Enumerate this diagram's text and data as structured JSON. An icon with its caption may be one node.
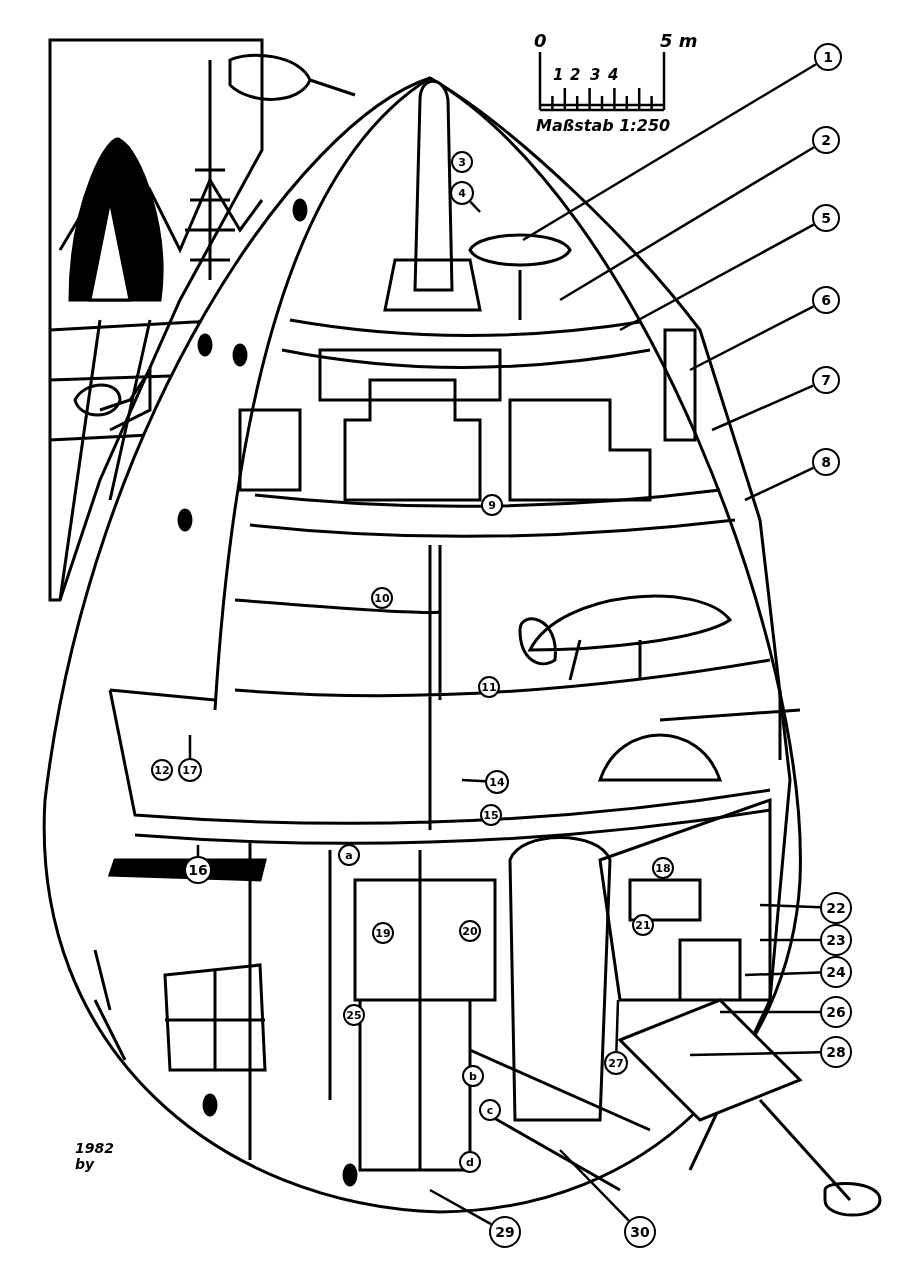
{
  "diagram": {
    "nodes": [
      {
        "text": [
          "1"
        ]
      },
      {
        "text": [
          "2"
        ]
      },
      {
        "text": [
          "4"
        ]
      },
      {
        "text": [
          "5"
        ]
      },
      {
        "text": [
          "6"
        ]
      },
      {
        "text": [
          "7"
        ]
      },
      {
        "text": [
          "8"
        ]
      },
      {
        "text": [
          "17"
        ]
      },
      {
        "text": [
          "14"
        ]
      },
      {
        "text": [
          "16"
        ]
      },
      {
        "text": [
          "22"
        ]
      },
      {
        "text": [
          "23"
        ]
      },
      {
        "text": [
          "24"
        ]
      },
      {
        "text": [
          "26"
        ]
      },
      {
        "text": [
          "28"
        ]
      },
      {
        "text": [
          "27"
        ]
      },
      {
        "text": [
          "29"
        ]
      },
      {
        "text": [
          "30"
        ]
      },
      {
        "text": [
          "3"
        ]
      },
      {
        "text": [
          "9"
        ]
      },
      {
        "text": [
          "10"
        ]
      },
      {
        "text": [
          "11"
        ]
      },
      {
        "text": [
          "12"
        ]
      },
      {
        "text": [
          "15"
        ]
      },
      {
        "text": [
          "a"
        ]
      },
      {
        "text": [
          "18"
        ]
      },
      {
        "text": [
          "19"
        ]
      },
      {
        "text": [
          "20"
        ]
      },
      {
        "text": [
          "21"
        ]
      },
      {
        "text": [
          "25"
        ]
      },
      {
        "text": [
          "b"
        ]
      },
      {
        "text": [
          "c"
        ]
      },
      {
        "text": [
          "d"
        ]
      }
    ],
    "edges": [
      {
        "from": 0,
        "to": null,
        "arrow": "none"
      },
      {
        "from": 1,
        "to": null,
        "arrow": "none"
      },
      {
        "from": 2,
        "to": null,
        "arrow": "none"
      },
      {
        "from": 3,
        "to": null,
        "arrow": "none"
      },
      {
        "from": 4,
        "to": null,
        "arrow": "none"
      },
      {
        "from": 5,
        "to": null,
        "arrow": "none"
      },
      {
        "from": 6,
        "to": null,
        "arrow": "none"
      },
      {
        "from": 7,
        "to": null,
        "arrow": "none"
      },
      {
        "from": 8,
        "to": null,
        "arrow": "none"
      },
      {
        "from": 9,
        "to": null,
        "arrow": "none"
      },
      {
        "from": 10,
        "to": null,
        "arrow": "none"
      },
      {
        "from": 11,
        "to": null,
        "arrow": "none"
      },
      {
        "from": 12,
        "to": null,
        "arrow": "none"
      },
      {
        "from": 13,
        "to": null,
        "arrow": "none"
      },
      {
        "from": 14,
        "to": null,
        "arrow": "none"
      },
      {
        "from": 15,
        "to": null,
        "arrow": "none"
      },
      {
        "from": 16,
        "to": null,
        "arrow": "none"
      },
      {
        "from": 17,
        "to": null,
        "arrow": "none"
      }
    ],
    "labels": [
      "0",
      "5 m",
      "1",
      "2",
      "3",
      "4",
      "Maßstab 1:250",
      "1982 by"
    ]
  }
}
